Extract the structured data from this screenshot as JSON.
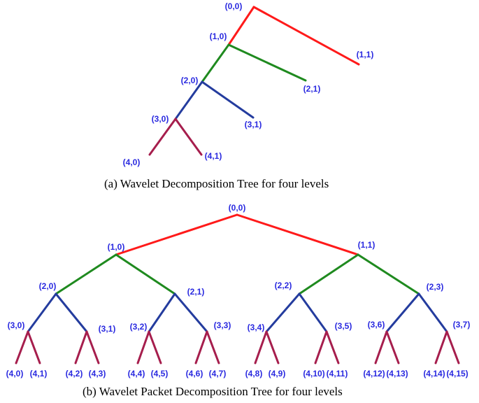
{
  "level_colors": [
    "#ff1a1a",
    "#1f8a1f",
    "#243c9e",
    "#a61e4d"
  ],
  "label_color": "#2a2ae0",
  "wavelet_tree": {
    "caption": "(a)  Wavelet Decomposition Tree for four levels",
    "nodes": {
      "0,0": "(0,0)",
      "1,0": "(1,0)",
      "1,1": "(1,1)",
      "2,0": "(2,0)",
      "2,1": "(2,1)",
      "3,0": "(3,0)",
      "3,1": "(3,1)",
      "4,0": "(4,0)",
      "4,1": "(4,1)"
    },
    "edges": [
      [
        "0,0",
        "1,0"
      ],
      [
        "0,0",
        "1,1"
      ],
      [
        "1,0",
        "2,0"
      ],
      [
        "1,0",
        "2,1"
      ],
      [
        "2,0",
        "3,0"
      ],
      [
        "2,0",
        "3,1"
      ],
      [
        "3,0",
        "4,0"
      ],
      [
        "3,0",
        "4,1"
      ]
    ]
  },
  "packet_tree": {
    "caption": "(b) Wavelet Packet Decomposition Tree for four levels",
    "nodes": {
      "0,0": "(0,0)",
      "1,0": "(1,0)",
      "1,1": "(1,1)",
      "2,0": "(2,0)",
      "2,1": "(2,1)",
      "2,2": "(2,2)",
      "2,3": "(2,3)",
      "3,0": "(3,0)",
      "3,1": "(3,1)",
      "3,2": "(3,2)",
      "3,3": "(3,3)",
      "3,4": "(3,4)",
      "3,5": "(3,5)",
      "3,6": "(3,6)",
      "3,7": "(3,7)",
      "4,0": "(4,0)",
      "4,1": "(4,1)",
      "4,2": "(4,2)",
      "4,3": "(4,3)",
      "4,4": "(4,4)",
      "4,5": "(4,5)",
      "4,6": "(4,6)",
      "4,7": "(4,7)",
      "4,8": "(4,8)",
      "4,9": "(4,9)",
      "4,10": "(4,10)",
      "4,11": "(4,11)",
      "4,12": "(4,12)",
      "4,13": "(4,13)",
      "4,14": "(4,14)",
      "4,15": "(4,15)"
    }
  }
}
